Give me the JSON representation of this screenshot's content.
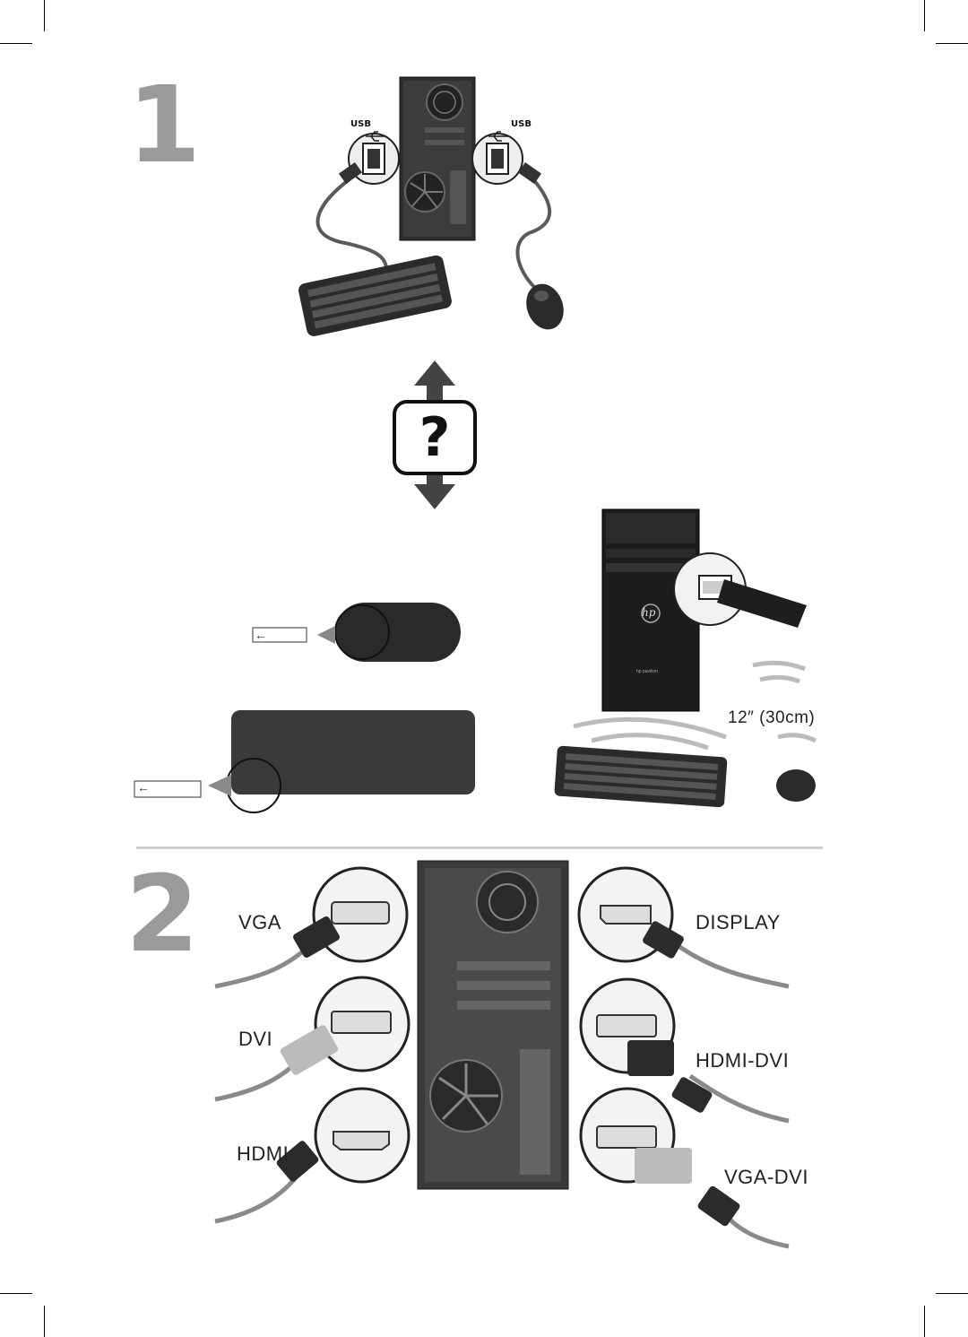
{
  "steps": {
    "one": "1",
    "two": "2"
  },
  "step1": {
    "usb_left": "USB",
    "usb_right": "USB",
    "help_symbol": "?",
    "distance": "12″ (30cm)",
    "brand_mark": "hp",
    "tower_caption": "hp pavilion"
  },
  "step2": {
    "vga": "VGA",
    "dvi": "DVI",
    "hdmi": "HDMI",
    "display": "DISPLAY",
    "hdmi_dvi": "HDMI-DVI",
    "vga_dvi": "VGA-DVI"
  },
  "icons": [
    "usb-symbol-icon",
    "question-icon",
    "arrow-left-icon",
    "double-arrow-icon",
    "wireless-waves-icon"
  ],
  "colors": {
    "step_number": "#9a9a9a",
    "device_dark": "#2b2b2b",
    "cable": "#8a8a8a",
    "divider": "#cfcfcf"
  }
}
